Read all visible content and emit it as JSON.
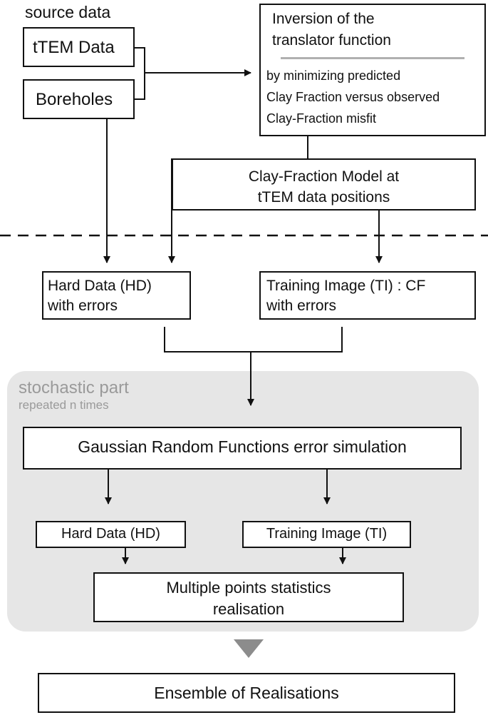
{
  "source_label": "source data",
  "nodes": {
    "ttem": "tTEM Data",
    "boreholes": "Boreholes",
    "inversion": {
      "title_line1": "Inversion of the",
      "title_line2": "translator function",
      "desc_line1": "by minimizing predicted",
      "desc_line2": "Clay Fraction versus observed",
      "desc_line3": "Clay-Fraction misfit"
    },
    "clay_model": {
      "line1": "Clay-Fraction Model at",
      "line2": "tTEM data positions"
    },
    "hard_data_err": {
      "line1": "Hard Data (HD)",
      "line2": "with errors"
    },
    "training_err": {
      "line1": "Training Image (TI) : CF",
      "line2": "with errors"
    },
    "grf": "Gaussian Random Functions error simulation",
    "hard_data": "Hard Data (HD)",
    "training": "Training Image (TI)",
    "mps": {
      "line1": "Multiple points statistics",
      "line2": "realisation"
    },
    "ensemble": "Ensemble of Realisations"
  },
  "stochastic": {
    "title": "stochastic part",
    "subtitle": "repeated n times"
  },
  "colors": {
    "line": "#111111",
    "panel": "#e6e6e6",
    "muted": "#9a9a9a",
    "divider": "#b0b0b0",
    "chevron": "#8c8c8c"
  }
}
